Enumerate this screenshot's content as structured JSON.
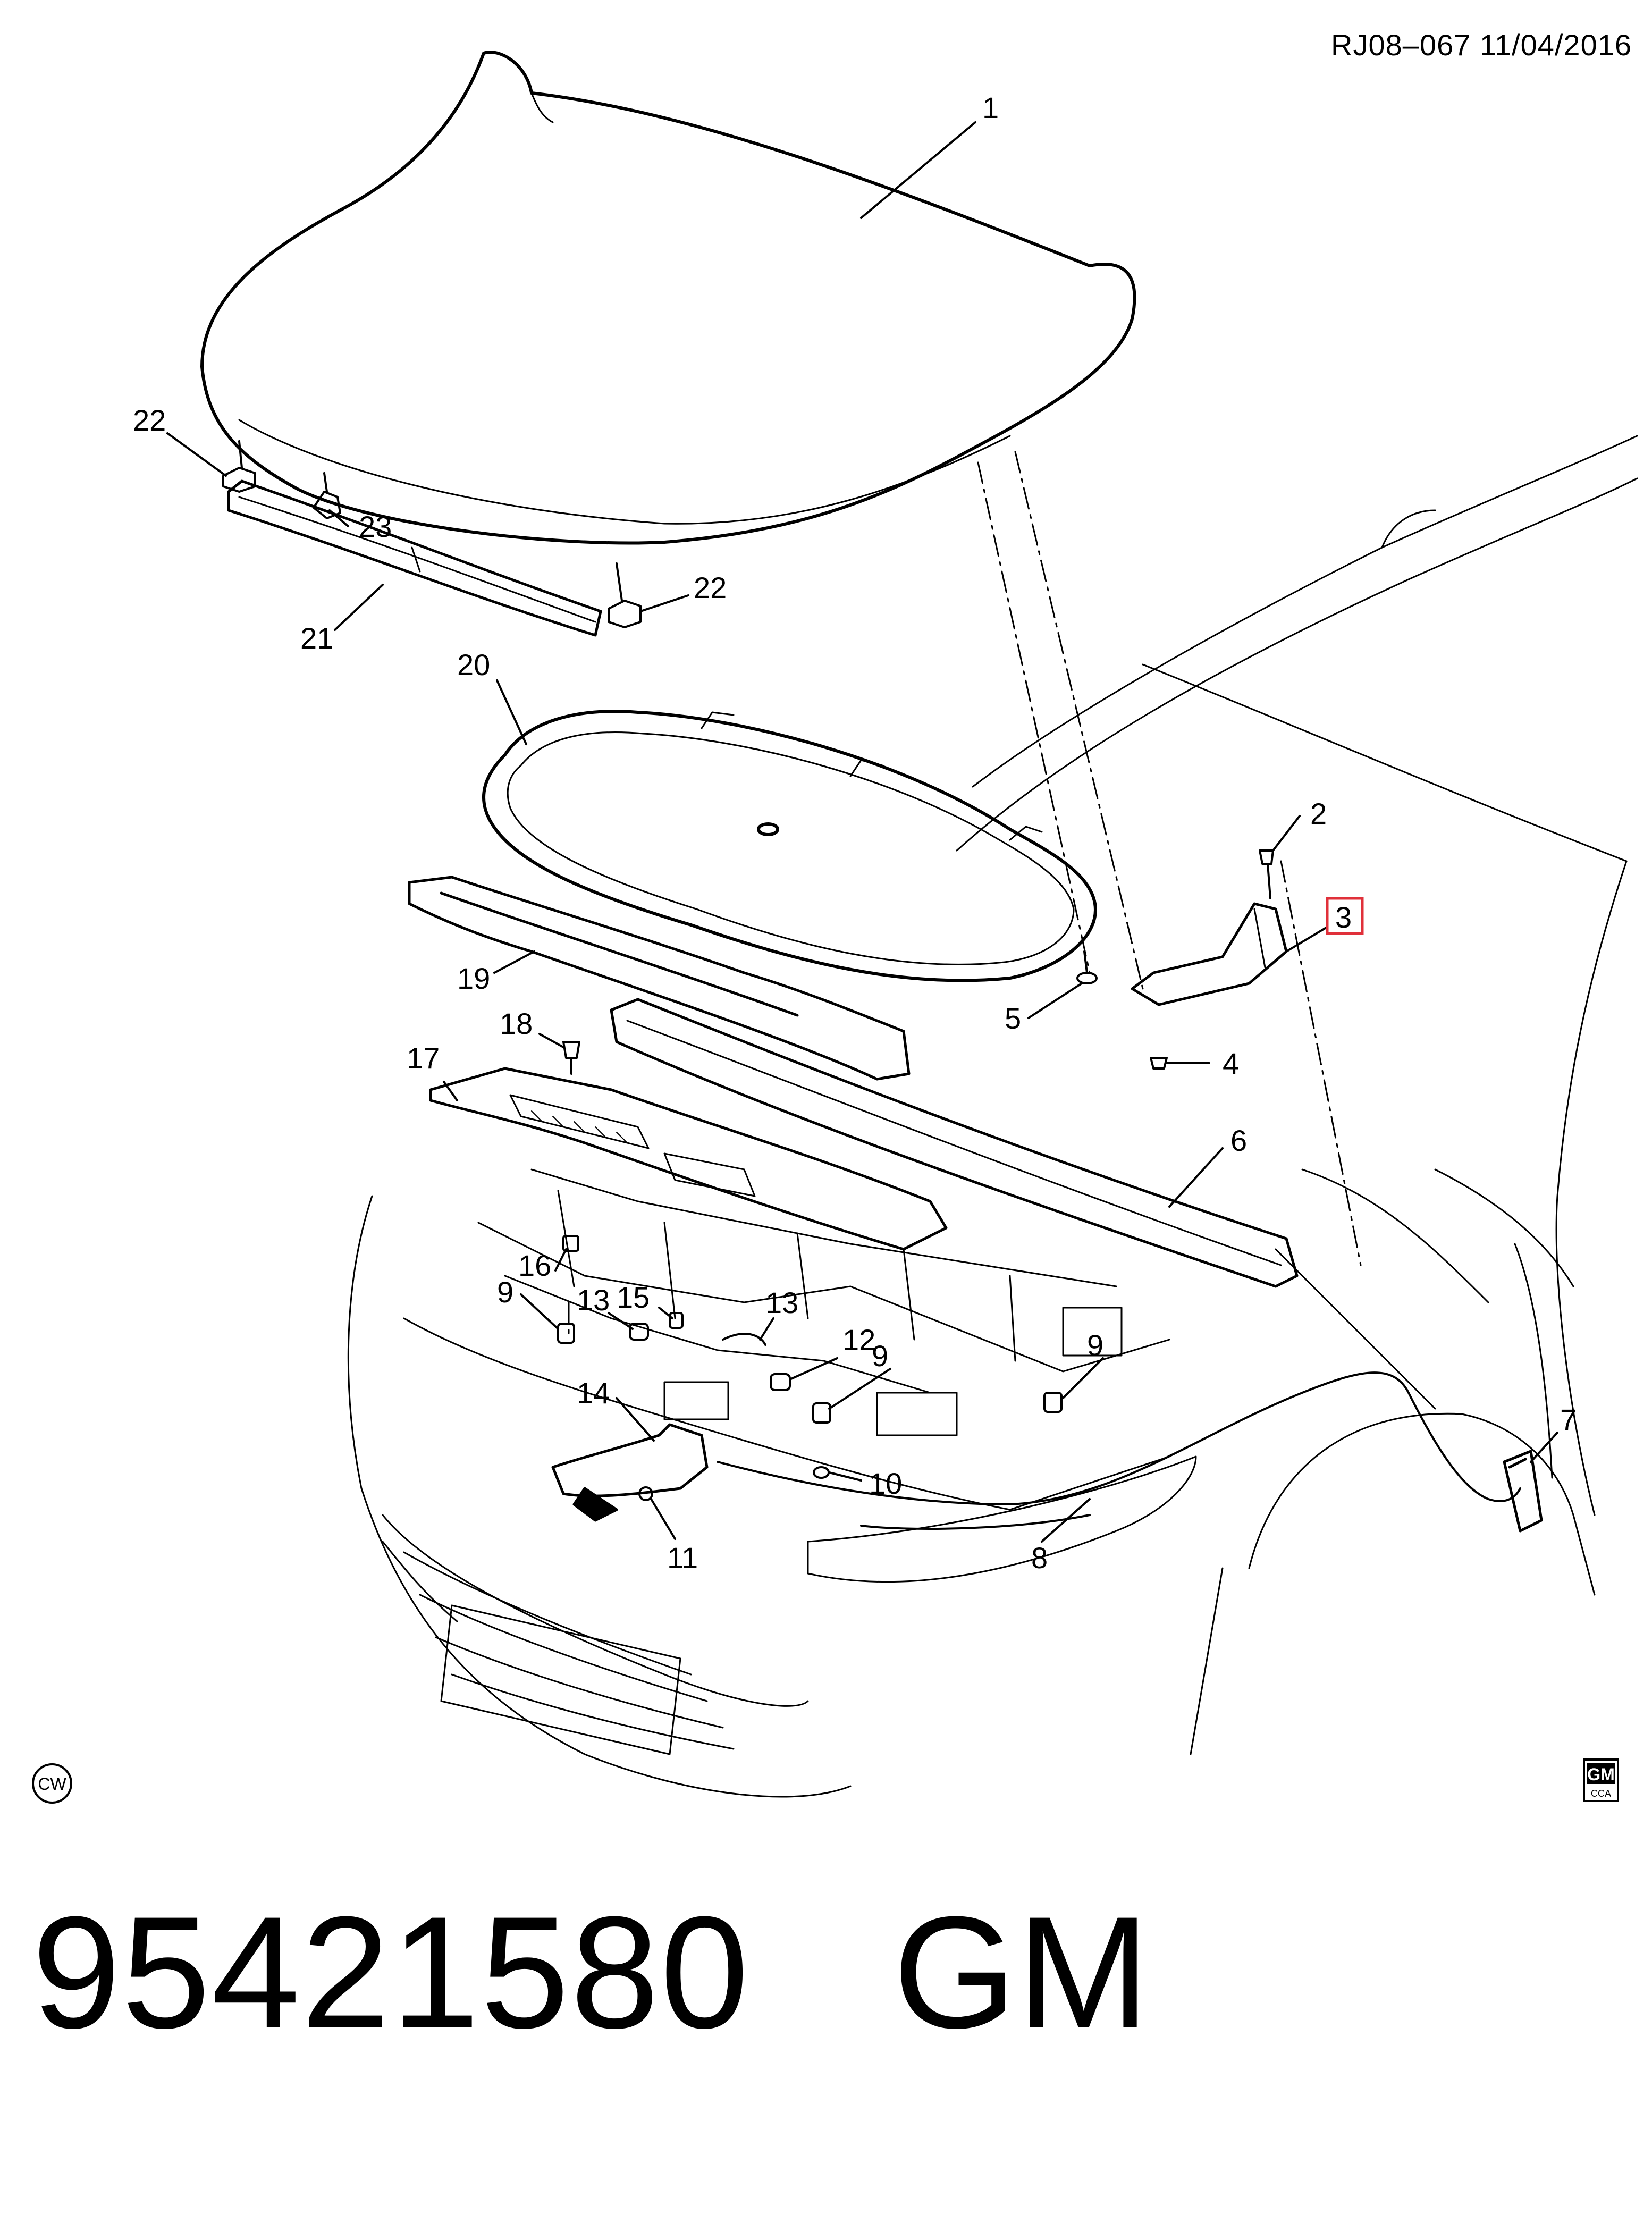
{
  "header": {
    "code": "RJ08–067  11/04/2016"
  },
  "callouts": [
    "1",
    "2",
    "3",
    "4",
    "5",
    "6",
    "7",
    "8",
    "9",
    "9",
    "9",
    "10",
    "11",
    "12",
    "13",
    "13",
    "14",
    "15",
    "16",
    "17",
    "18",
    "19",
    "20",
    "21",
    "22",
    "22",
    "23"
  ],
  "marks": {
    "cw": "CW",
    "gm_top": "GM",
    "gm_bottom": "CCA"
  },
  "footer": {
    "part_number": "95421580",
    "brand": "GM"
  },
  "colors": {
    "line": "#000000",
    "highlight_box": "#e0303a"
  }
}
